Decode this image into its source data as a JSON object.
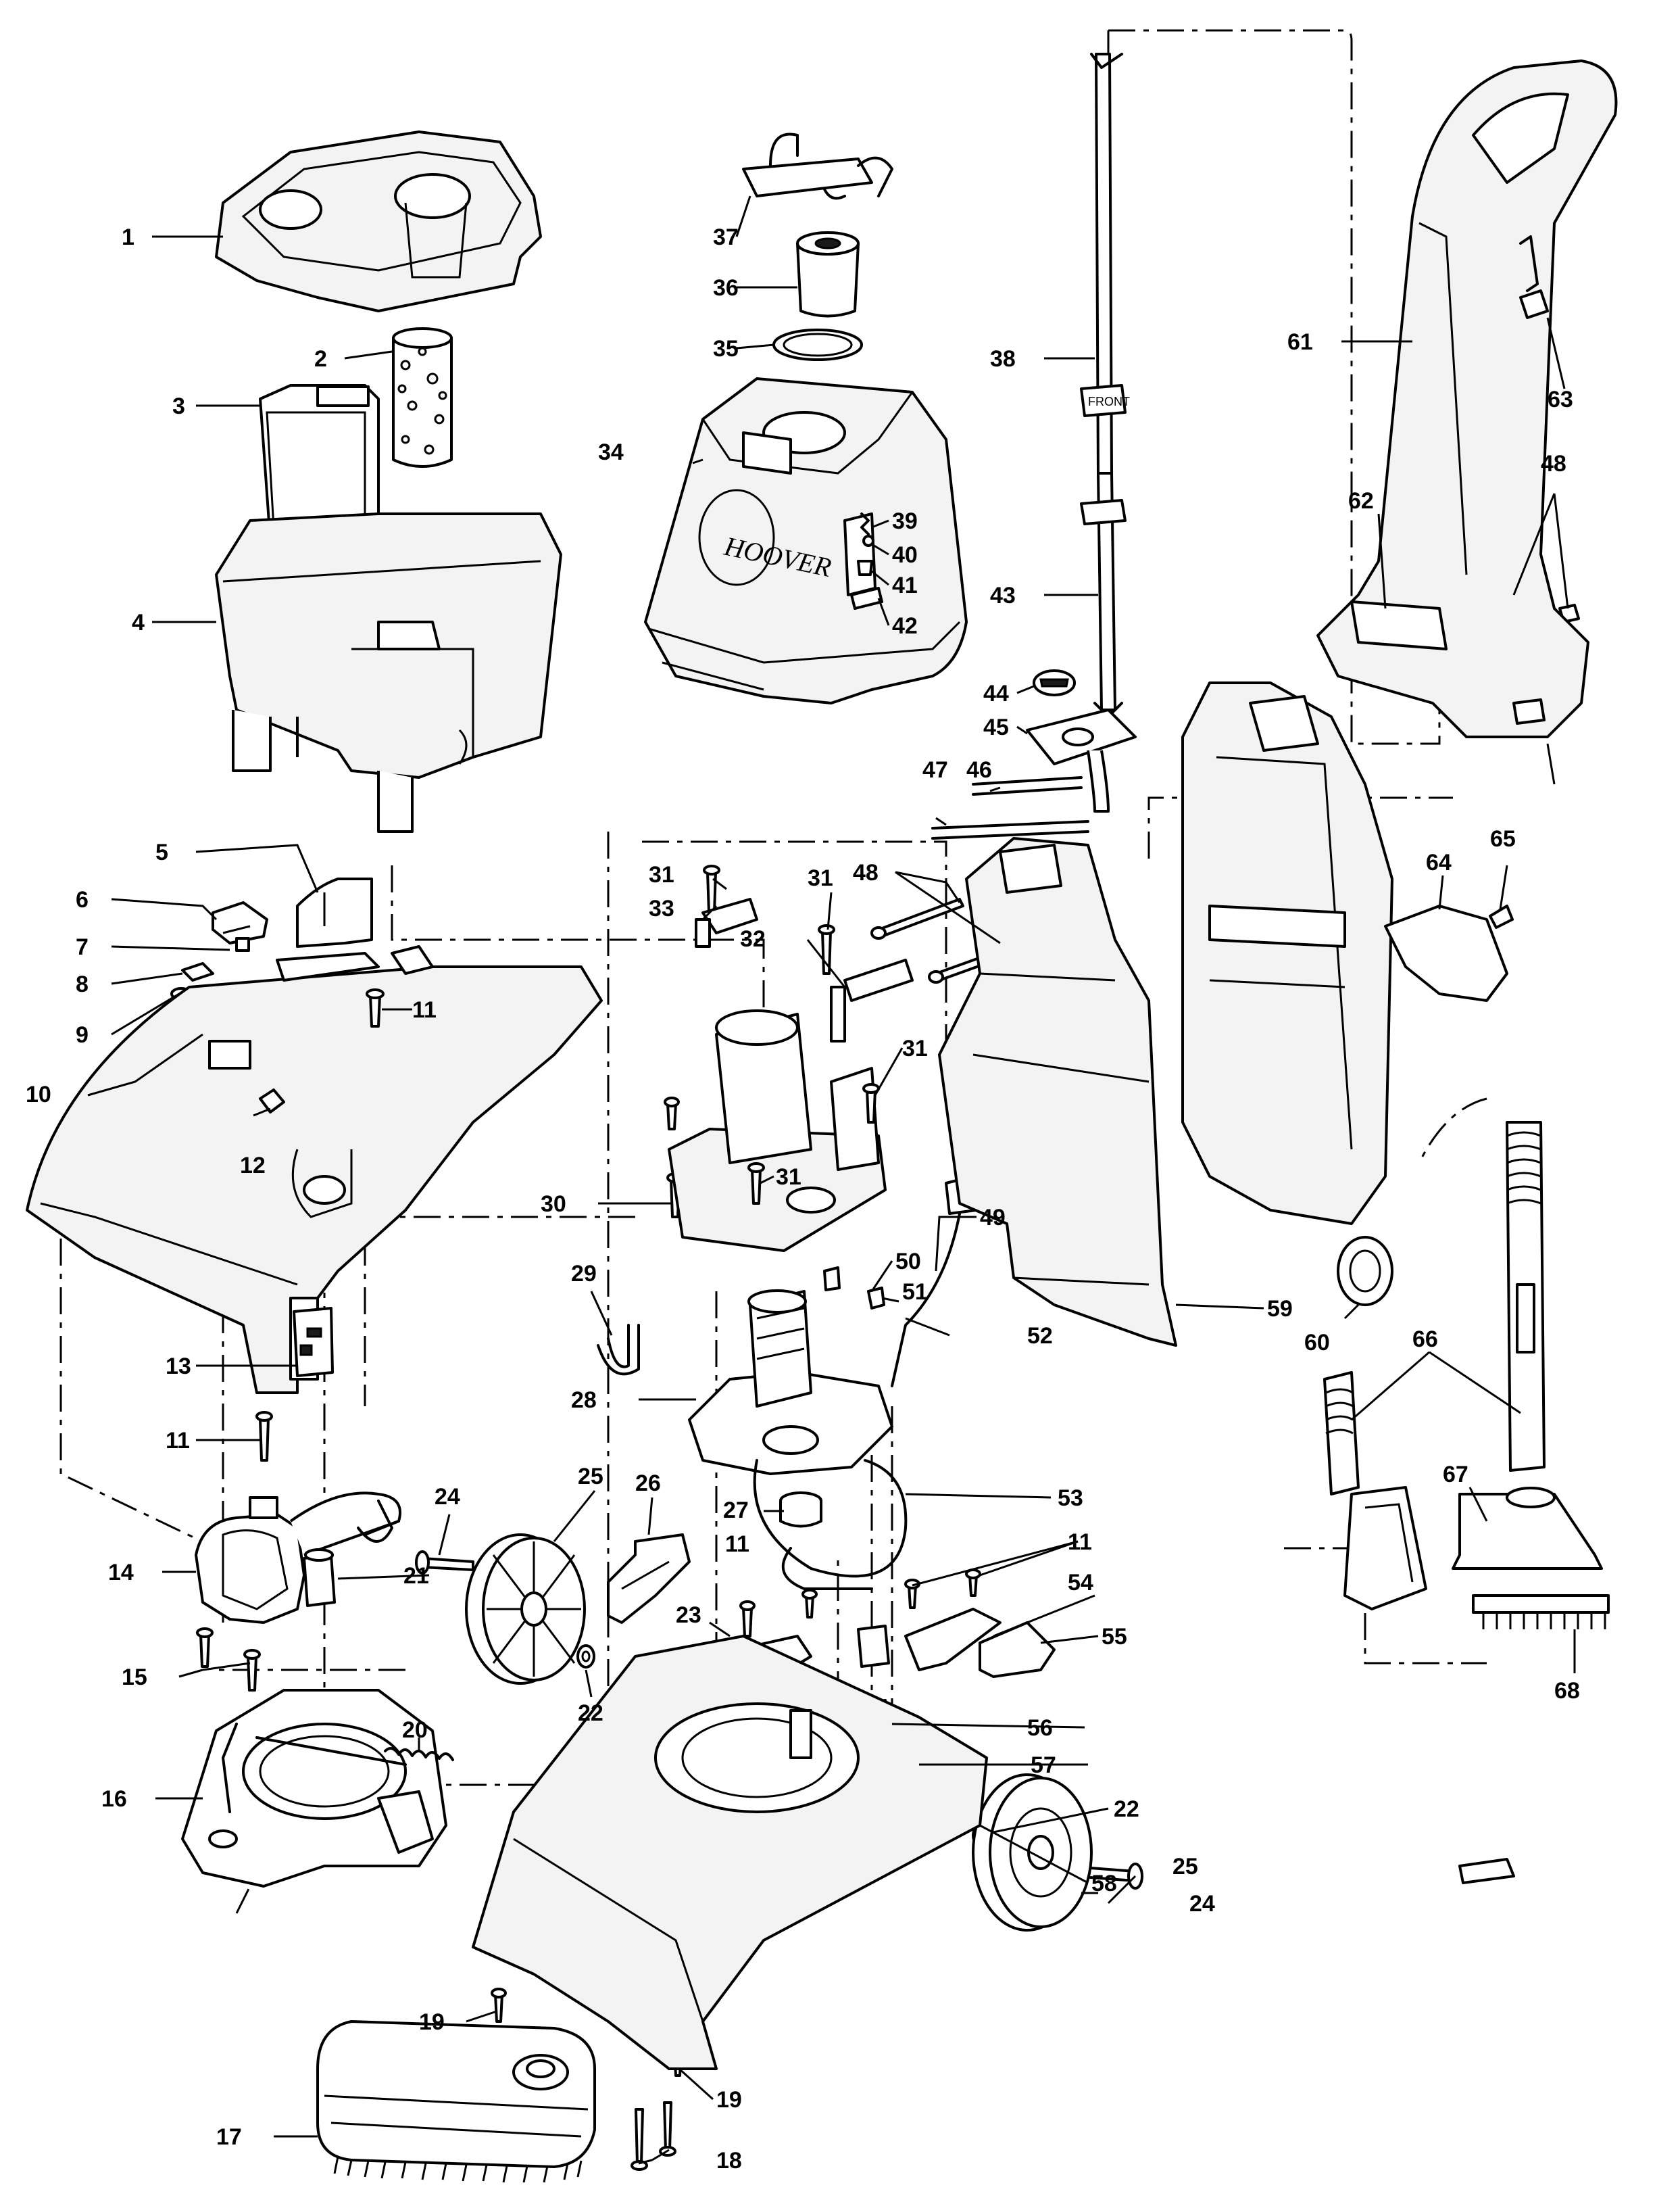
{
  "parts": [
    {
      "number": "1"
    },
    {
      "number": "2"
    },
    {
      "number": "3"
    },
    {
      "number": "4"
    },
    {
      "number": "5"
    },
    {
      "number": "6"
    },
    {
      "number": "7"
    },
    {
      "number": "8"
    },
    {
      "number": "9"
    },
    {
      "number": "10"
    },
    {
      "number": "11"
    },
    {
      "number": "12"
    },
    {
      "number": "13"
    },
    {
      "number": "14"
    },
    {
      "number": "15"
    },
    {
      "number": "16"
    },
    {
      "number": "17"
    },
    {
      "number": "18"
    },
    {
      "number": "19"
    },
    {
      "number": "20"
    },
    {
      "number": "21"
    },
    {
      "number": "22"
    },
    {
      "number": "23"
    },
    {
      "number": "24"
    },
    {
      "number": "25"
    },
    {
      "number": "26"
    },
    {
      "number": "27"
    },
    {
      "number": "28"
    },
    {
      "number": "29"
    },
    {
      "number": "30"
    },
    {
      "number": "31"
    },
    {
      "number": "32"
    },
    {
      "number": "33"
    },
    {
      "number": "34"
    },
    {
      "number": "35"
    },
    {
      "number": "36"
    },
    {
      "number": "37"
    },
    {
      "number": "38"
    },
    {
      "number": "39"
    },
    {
      "number": "40"
    },
    {
      "number": "41"
    },
    {
      "number": "42"
    },
    {
      "number": "43"
    },
    {
      "number": "44"
    },
    {
      "number": "45"
    },
    {
      "number": "46"
    },
    {
      "number": "47"
    },
    {
      "number": "48"
    },
    {
      "number": "49"
    },
    {
      "number": "50"
    },
    {
      "number": "51"
    },
    {
      "number": "52"
    },
    {
      "number": "53"
    },
    {
      "number": "54"
    },
    {
      "number": "55"
    },
    {
      "number": "56"
    },
    {
      "number": "57"
    },
    {
      "number": "58"
    },
    {
      "number": "59"
    },
    {
      "number": "60"
    },
    {
      "number": "61"
    },
    {
      "number": "62"
    },
    {
      "number": "63"
    },
    {
      "number": "64"
    },
    {
      "number": "65"
    },
    {
      "number": "66"
    },
    {
      "number": "67"
    },
    {
      "number": "68"
    }
  ],
  "markings": {
    "brand": "HOOVER",
    "stamp": "FRONT"
  }
}
